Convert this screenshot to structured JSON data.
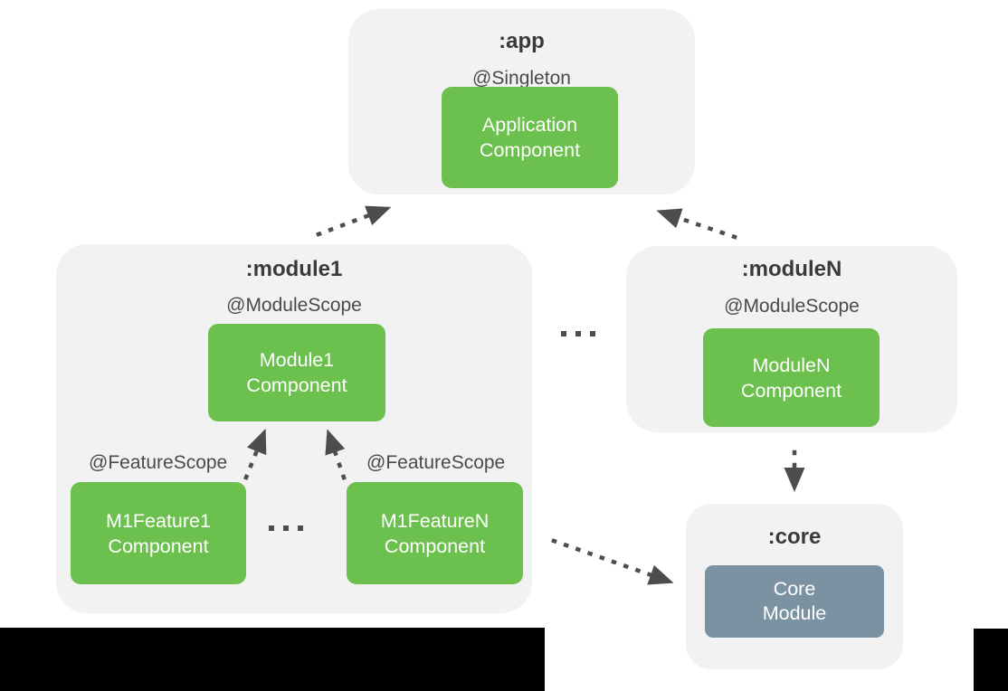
{
  "diagram": {
    "app": {
      "title": ":app",
      "scope_label": "@Singleton",
      "component_line1": "Application",
      "component_line2": "Component"
    },
    "module1": {
      "title": ":module1",
      "scope_label": "@ModuleScope",
      "component_line1": "Module1",
      "component_line2": "Component",
      "feature1_scope_label": "@FeatureScope",
      "feature1_line1": "M1Feature1",
      "feature1_line2": "Component",
      "featureN_scope_label": "@FeatureScope",
      "featureN_line1": "M1FeatureN",
      "featureN_line2": "Component"
    },
    "moduleN": {
      "title": ":moduleN",
      "scope_label": "@ModuleScope",
      "component_line1": "ModuleN",
      "component_line2": "Component"
    },
    "core": {
      "title": ":core",
      "module_line1": "Core",
      "module_line2": "Module"
    }
  },
  "colors": {
    "component_green": "#6CC04D",
    "core_blue_gray": "#7A92A1",
    "container_gray": "#F2F2F2",
    "arrow_gray": "#4D4D4D",
    "title_text": "#3A3A3A",
    "label_text": "#4A4A4A",
    "box_text": "#FFFFFF",
    "black_bar": "#000000"
  }
}
